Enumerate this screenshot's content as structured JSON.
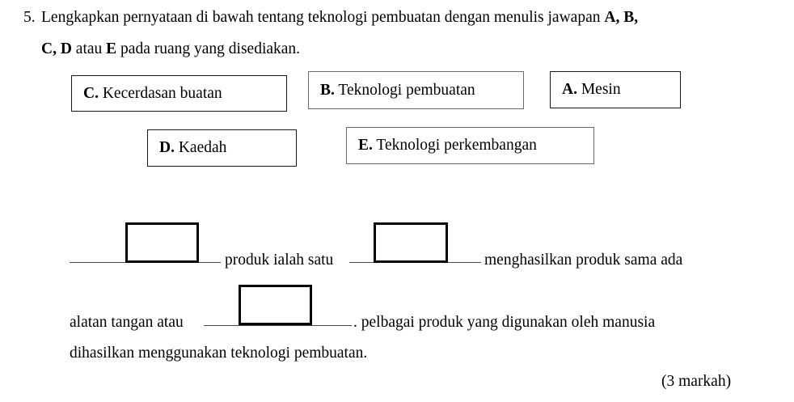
{
  "question": {
    "number": "5.",
    "line1_parts": [
      {
        "text": "Lengkapkan pernyataan di bawah tentang teknologi pembuatan dengan menulis jawapan ",
        "bold": false
      },
      {
        "text": "A, B,",
        "bold": true
      }
    ],
    "line1_plain": "Lengkapkan pernyataan di bawah tentang teknologi pembuatan dengan menulis jawapan A, B,",
    "line2_plain": "C, D atau E pada ruang yang disediakan.",
    "line2_parts": [
      {
        "text": "C, D",
        "bold": true
      },
      {
        "text": " atau ",
        "bold": false
      },
      {
        "text": "E",
        "bold": true
      },
      {
        "text": " pada ruang yang disediakan.",
        "bold": false
      }
    ]
  },
  "options": [
    {
      "id": "C",
      "letter": "C.",
      "label": "Kecerdasan buatan",
      "full": "C. Kecerdasan buatan"
    },
    {
      "id": "B",
      "letter": "B.",
      "label": "Teknologi pembuatan",
      "full": "B. Teknologi pembuatan"
    },
    {
      "id": "A",
      "letter": "A.",
      "label": "Mesin",
      "full": "A. Mesin"
    },
    {
      "id": "D",
      "letter": "D.",
      "label": "Kaedah",
      "full": "D. Kaedah"
    },
    {
      "id": "E",
      "letter": "E.",
      "label": "Teknologi perkembangan",
      "full": "E. Teknologi perkembangan"
    }
  ],
  "cloze": {
    "blank_1_value": "",
    "segment_1": "produk ialah satu",
    "blank_2_value": "",
    "segment_2": "menghasilkan produk sama ada",
    "segment_3": "alatan tangan atau",
    "blank_3_value": "",
    "segment_4": ". pelbagai produk yang digunakan oleh manusia",
    "segment_5": "dihasilkan menggunakan teknologi pembuatan."
  },
  "marks": "(3 markah)",
  "colors": {
    "text": "#000000",
    "page_background": "#ffffff",
    "option_border": "#1a1a1a",
    "option_border_grey": "#6b6b6b",
    "answer_box_border": "#000000",
    "blank_line": "#4a4a4a"
  }
}
